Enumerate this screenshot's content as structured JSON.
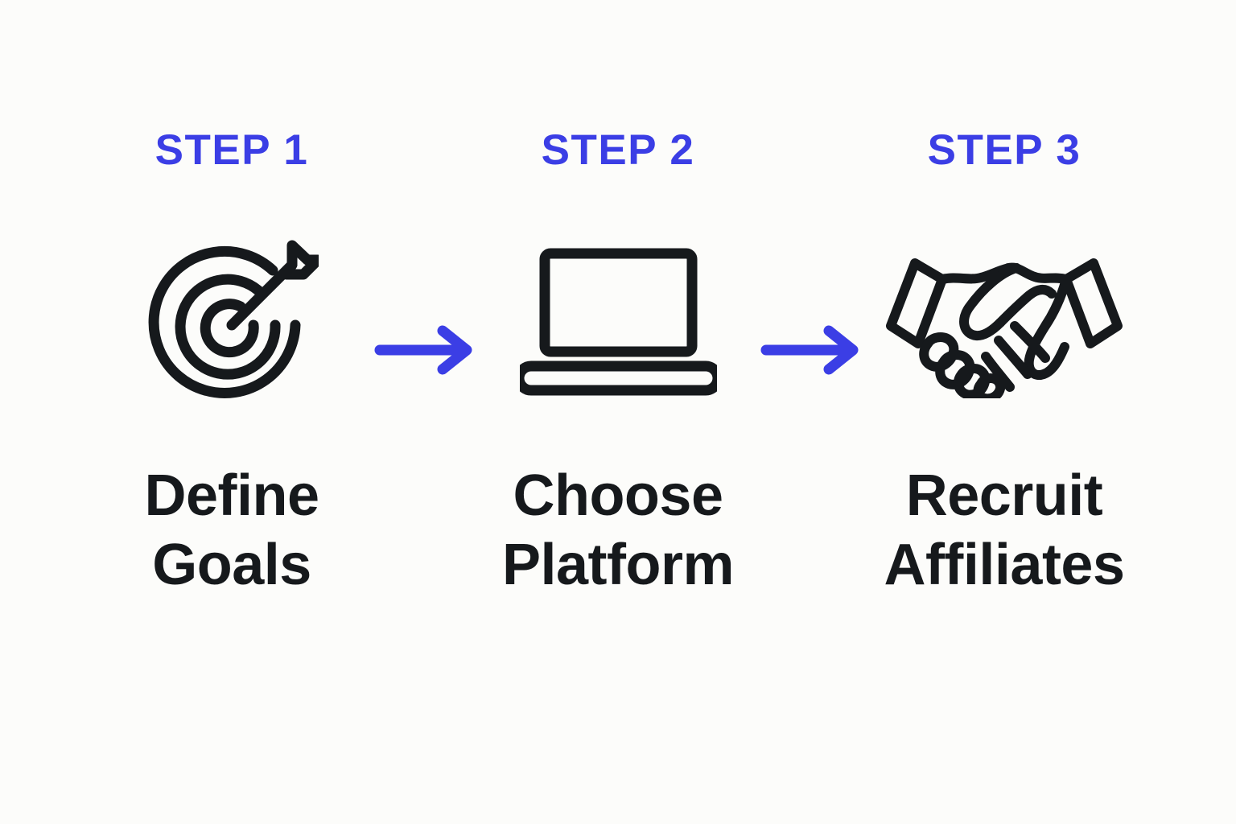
{
  "background_color": "#FCFCFA",
  "accent_color": "#3B3EE5",
  "text_color": "#16191C",
  "steps": [
    {
      "label": "STEP 1",
      "icon": "target-arrow-icon",
      "title_line1": "Define",
      "title_line2": "Goals"
    },
    {
      "label": "STEP 2",
      "icon": "laptop-icon",
      "title_line1": "Choose",
      "title_line2": "Platform"
    },
    {
      "label": "STEP 3",
      "icon": "handshake-icon",
      "title_line1": "Recruit",
      "title_line2": "Affiliates"
    }
  ],
  "connectors": [
    {
      "icon": "arrow-right-icon"
    },
    {
      "icon": "arrow-right-icon"
    }
  ]
}
